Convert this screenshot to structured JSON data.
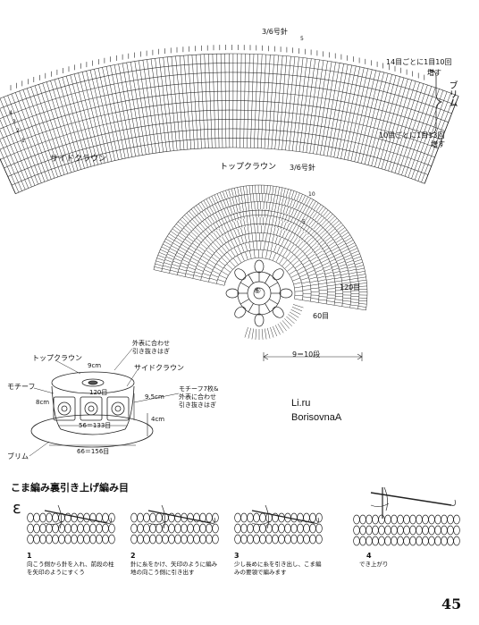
{
  "side_crown": {
    "needle": "3/6号針",
    "brim_label": "ブリム",
    "increase_top": "14目ごとに1目10回",
    "increase_top_2": "増す",
    "increase_bottom": "10目ごとに1目13回",
    "increase_bottom_2": "増す",
    "row_4": "4",
    "row_3": "3",
    "row_2": "2",
    "row_1": "1",
    "row_5": "5",
    "title": "サイドクラウン"
  },
  "top_crown": {
    "title": "トップクラウン",
    "needle": "3/6号針",
    "round_10": "10",
    "round_5": "5",
    "stitches_120": "120目",
    "stitches_60": "60目",
    "center_symbol": "⑥",
    "dimension": "9＝10段"
  },
  "assembly": {
    "top_crown": "トップクラウン",
    "motif": "モチーフ",
    "side_crown": "サイドクラウン",
    "join_note_1": "外表に合わせ",
    "join_note_2": "引き抜きはぎ",
    "dim_9": "9cm",
    "dim_8": "8cm",
    "dim_95": "9.5cm",
    "dim_4": "4cm",
    "st_120": "120目",
    "motif_note_1": "モチーフ7枚&",
    "motif_note_2": "外表に合わせ",
    "motif_note_3": "引き抜きはぎ",
    "dim_56": "56＝133目",
    "brim": "ブリム",
    "dim_66": "66＝156目"
  },
  "credit": {
    "line1": "Li.ru",
    "line2": "BorisovnaA"
  },
  "technique": {
    "title": "こま編み裏引き上げ編み目",
    "symbol": "ɛ",
    "steps": [
      {
        "num": "1",
        "line1": "向こう側から針を入れ、前段の柱",
        "line2": "を矢印のようにすくう"
      },
      {
        "num": "2",
        "line1": "針に糸をかけ、矢印のように編み",
        "line2": "地の向こう側に引き出す"
      },
      {
        "num": "3",
        "line1": "少し長めに糸を引き出し、こま編",
        "line2": "みの要領で編みます"
      },
      {
        "num": "4",
        "line1": "でき上がり",
        "line2": ""
      }
    ]
  },
  "page_number": "45"
}
